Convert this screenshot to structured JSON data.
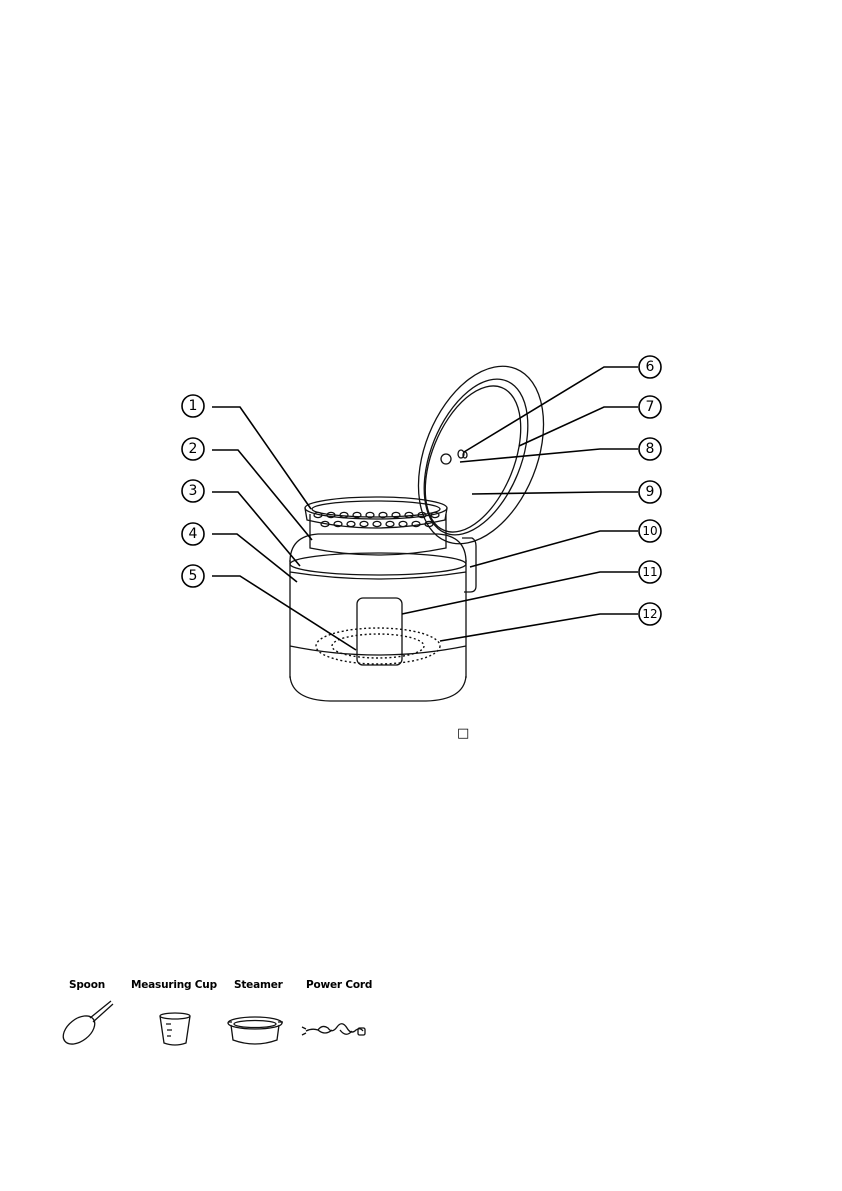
{
  "diagram": {
    "callouts_left": [
      "1",
      "2",
      "3",
      "4",
      "5"
    ],
    "callouts_right": [
      "6",
      "7",
      "8",
      "9",
      "10",
      "11",
      "12"
    ]
  },
  "symbol": {
    "box_glyph": "□"
  },
  "accessories": [
    {
      "label": "Spoon",
      "icon": "spoon-icon"
    },
    {
      "label": "Measuring Cup",
      "icon": "measuring-cup-icon"
    },
    {
      "label": "Steamer",
      "icon": "steamer-icon"
    },
    {
      "label": "Power Cord",
      "icon": "power-cord-icon"
    }
  ]
}
